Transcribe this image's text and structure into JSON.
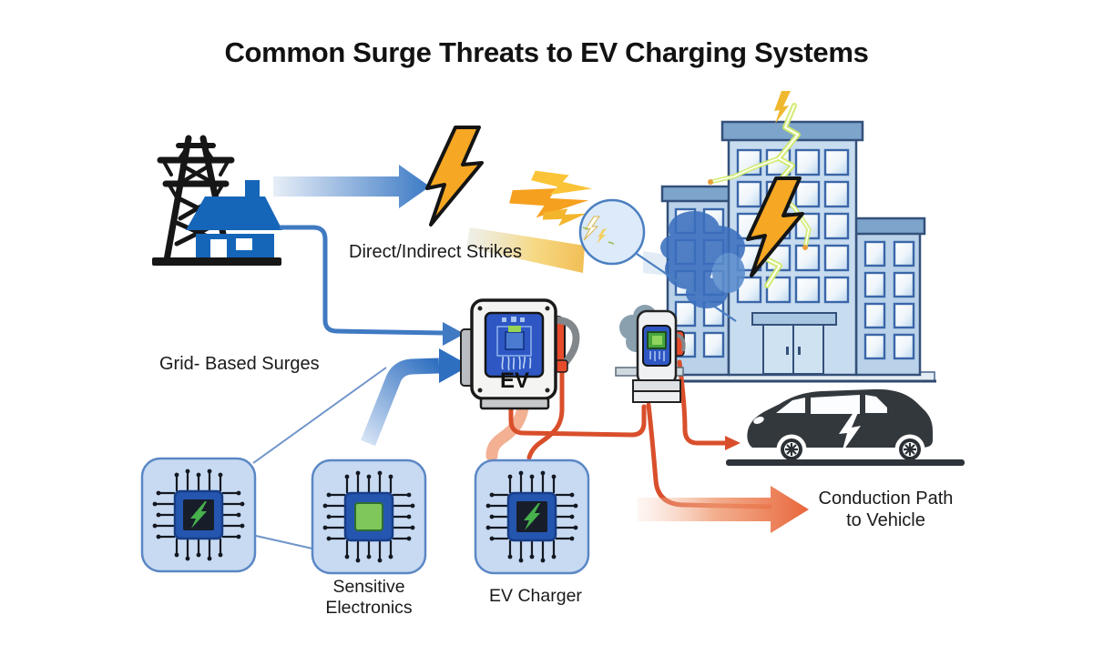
{
  "title": "Common Surge Threats to EV Charging Systems",
  "labels": {
    "strikes": "Direct/Indirect Strikes",
    "grid_surges": "Grid- Based Surges",
    "sensitive_1": "Sensitive",
    "sensitive_2": "Electronics",
    "ev_charger_chip": "EV Charger",
    "ev_unit": "EV",
    "conduction_1": "Conduction Path",
    "conduction_2": "to Vehicle"
  },
  "colors": {
    "arrow_blue": "#3c7ac5",
    "bolt_orange": "#f6a723",
    "surge_cable_red": "#d94f2b",
    "conduction_orange": "#e8653a",
    "building_body_blue": "#c8dcf0",
    "building_roof_blue": "#7da4ca",
    "house_blue": "#1565b8",
    "chip_tile_blue": "#c7daf2",
    "screen_blue": "#2b55c0",
    "chip_green": "#47b14c",
    "arc_green": "#cdea67",
    "car_dark": "#33383d",
    "cloud_blue": "#3b6fbe",
    "text_dark": "#1a1a1a"
  },
  "icons": {
    "transmission-tower-icon": "high-voltage lattice pylon",
    "house-icon": "blue house with chimney",
    "lightning-bolt-icon": "orange lightning bolt",
    "spark-bolts-icon": "yellow strike bolts",
    "magnifier-lens-icon": "lens circle with sparks",
    "building-icon": "office building struck by lightning",
    "storm-cloud-icon": "dark blue surge cloud",
    "wallbox-charger-icon": "wall-mounted EV charger with plug",
    "pedestal-charger-icon": "pedestal EV charging post",
    "electric-car-icon": "dark EV car with bolt",
    "microchip-bolt-icon": "microchip with lightning bolt",
    "microchip-icon": "microchip with green die",
    "conduction-arrow-icon": "orange gradient arrow",
    "grid-arrow-icon": "blue gradient arrow"
  }
}
